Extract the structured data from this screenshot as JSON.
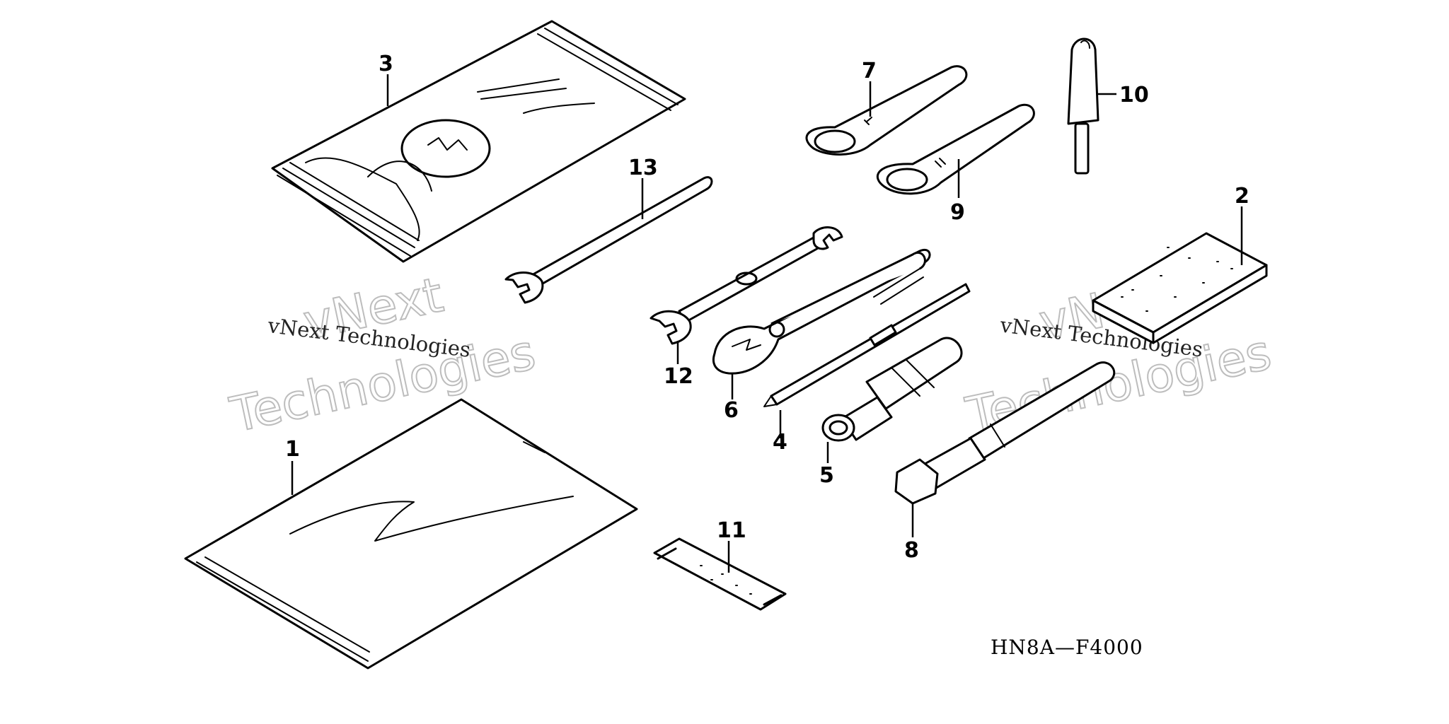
{
  "watermarks": [
    {
      "small": "vNext Technologies",
      "big1": "vNext",
      "big2": "Technologies"
    },
    {
      "small": "vNext Technologies",
      "big1": "vNext",
      "big2": "Technologies"
    }
  ],
  "callouts": {
    "c1": "1",
    "c2": "2",
    "c3": "3",
    "c4": "4",
    "c5": "5",
    "c6": "6",
    "c7": "7",
    "c8": "8",
    "c9": "9",
    "c10": "10",
    "c11": "11",
    "c12": "12",
    "c13": "13"
  },
  "diagram_code": "HN8A—F4000"
}
